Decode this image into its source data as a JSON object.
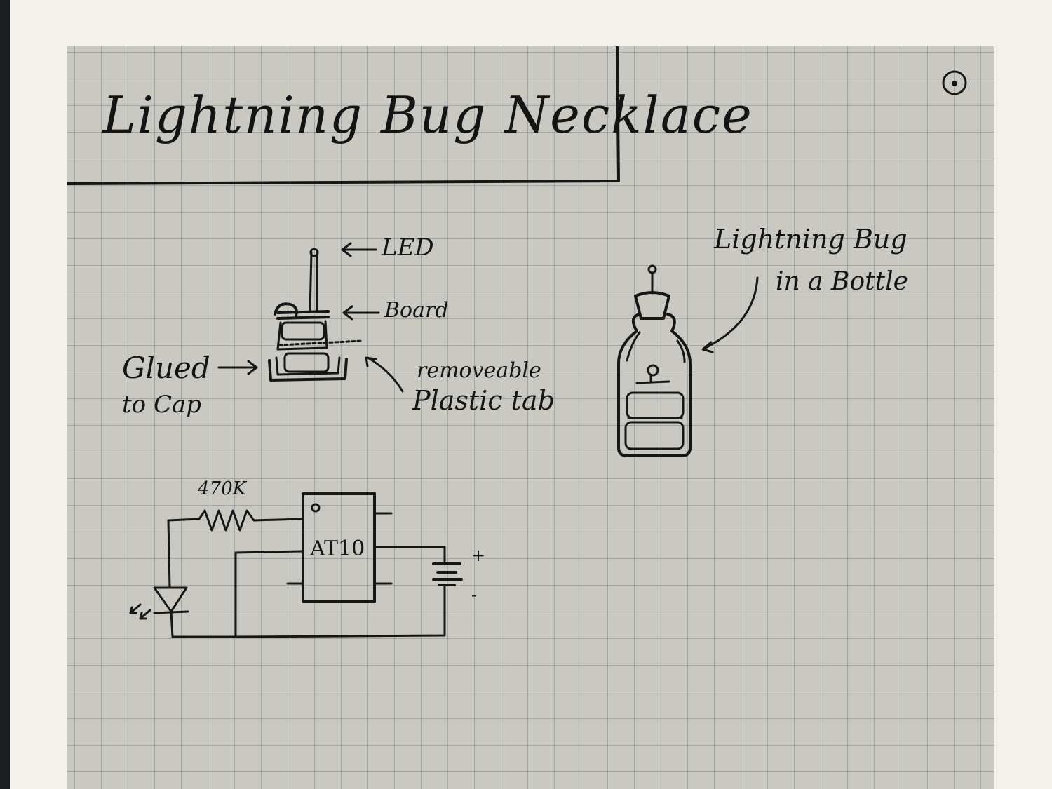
{
  "notebook": {
    "title": "Lightning Bug Necklace",
    "menu_icon": "circle-dot-icon"
  },
  "assembly_sketch": {
    "labels": {
      "led": "LED",
      "board": "Board",
      "glued": "Glued",
      "to_cap": "to Cap",
      "removeable": "removeable",
      "plastic_tab": "Plastic tab"
    }
  },
  "bottle_sketch": {
    "label_line1": "Lightning Bug",
    "label_line2": "in a Bottle"
  },
  "schematic": {
    "resistor_value": "470K",
    "chip_label": "AT10",
    "battery_plus": "+",
    "battery_minus": "-"
  }
}
